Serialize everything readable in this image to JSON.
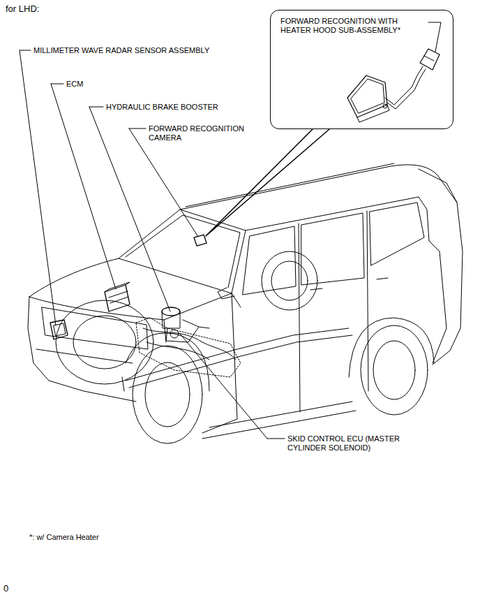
{
  "diagram": {
    "nodes": [
      {
        "text": [
          "FORWARD RECOGNITION WITH HEATER HOOD SUB-ASSEMBLY*"
        ]
      }
    ],
    "labels": [
      "for LHD:",
      "MILLIMETER WAVE RADAR SENSOR ASSEMBLY",
      "ECM",
      "HYDRAULIC BRAKE BOOSTER",
      "FORWARD RECOGNITION CAMERA",
      "SKID CONTROL ECU (MASTER CYLINDER SOLENOID)",
      "*: w/ Camera Heater",
      "0"
    ]
  }
}
